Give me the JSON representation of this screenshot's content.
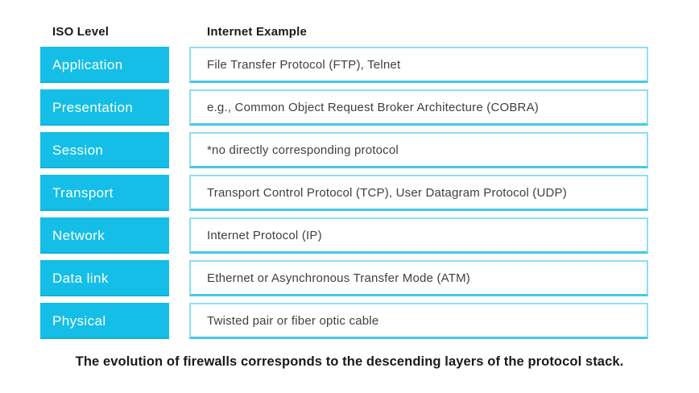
{
  "header": {
    "iso_level": "ISO Level",
    "internet_example": "Internet Example"
  },
  "rows": [
    {
      "level": "Application",
      "example": "File Transfer Protocol (FTP), Telnet"
    },
    {
      "level": "Presentation",
      "example": "e.g., Common Object Request Broker Architecture (COBRA)"
    },
    {
      "level": "Session",
      "example": "*no directly corresponding protocol"
    },
    {
      "level": "Transport",
      "example": "Transport Control Protocol (TCP), User Datagram Protocol (UDP)"
    },
    {
      "level": "Network",
      "example": "Internet Protocol (IP)"
    },
    {
      "level": "Data link",
      "example": "Ethernet or Asynchronous Transfer Mode (ATM)"
    },
    {
      "level": "Physical",
      "example": "Twisted pair or fiber optic cable"
    }
  ],
  "caption": "The evolution of firewalls corresponds to the descending layers of the protocol stack.",
  "colors": {
    "level_box_fill": "#14bee6",
    "example_box_border": "#8edff2",
    "example_box_border_dark": "#45c9e8",
    "example_text": "#404040",
    "heading_text": "#1a1a1a"
  }
}
